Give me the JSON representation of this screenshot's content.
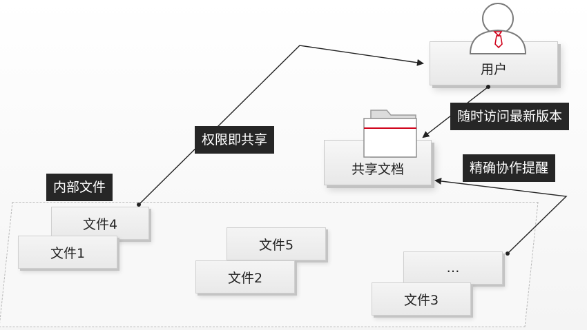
{
  "labels": {
    "internal_files": "内部文件",
    "permission_share": "权限即共享",
    "anytime_access": "随时访问最新版本",
    "precise_reminder": "精确协作提醒",
    "shared_doc": "共享文档",
    "user": "用户"
  },
  "files": [
    "文件4",
    "文件1",
    "文件5",
    "文件2",
    "…",
    "文件3"
  ],
  "colors": {
    "label_bg": "#262626",
    "label_text": "#ffffff",
    "accent": "#d0021b",
    "connector": "#222222"
  },
  "icons": [
    "user-avatar-icon",
    "folder-icon"
  ]
}
